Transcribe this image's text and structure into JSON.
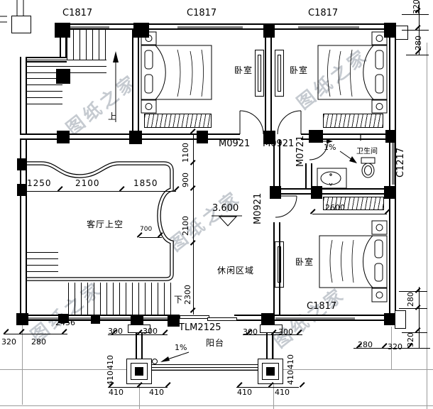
{
  "drawing": {
    "watermark": "图纸之家",
    "level_marker": "3.600",
    "windows": {
      "top": [
        "C1817",
        "C1817",
        "C1817"
      ],
      "right": "C1217",
      "bottom_right": "C1817",
      "bottom_left": "2456"
    },
    "doors": {
      "bedroom_left": "M0921",
      "bedroom_right": "M0921",
      "bedroom_lower": "M0921",
      "bathroom": "M0721",
      "balcony_sliding": "TLM2125"
    },
    "rooms": {
      "bedroom_top_left": "卧室",
      "bedroom_top_right": "卧室",
      "bedroom_bottom": "卧室",
      "bathroom": "卫生间",
      "living_void": "客厅上空",
      "leisure": "休闲区域",
      "balcony": "阳台"
    },
    "stairs": {
      "up": "上",
      "down": "下"
    },
    "slopes": {
      "bathroom": "1%",
      "balcony": "1%"
    },
    "dims": {
      "void_width": [
        "1250",
        "2100",
        "1850"
      ],
      "void_recess": "700",
      "center_vertical": [
        "1100",
        "900",
        "2100",
        "2300"
      ],
      "bedroom_width": "2600",
      "right_top": [
        "320",
        "280"
      ],
      "right_bottom": [
        "280",
        "320"
      ],
      "bottom_right": [
        "280",
        "320"
      ],
      "bottom_left": [
        "320",
        "280"
      ],
      "balcony_300_left": [
        "300",
        "300"
      ],
      "balcony_300_right": [
        "300",
        "300"
      ],
      "col_410_left": [
        "410",
        "410"
      ],
      "col_410_right": [
        "410",
        "410"
      ],
      "col_410_left_v": [
        "410",
        "410"
      ],
      "col_410_right_v": [
        "410",
        "410"
      ]
    }
  }
}
